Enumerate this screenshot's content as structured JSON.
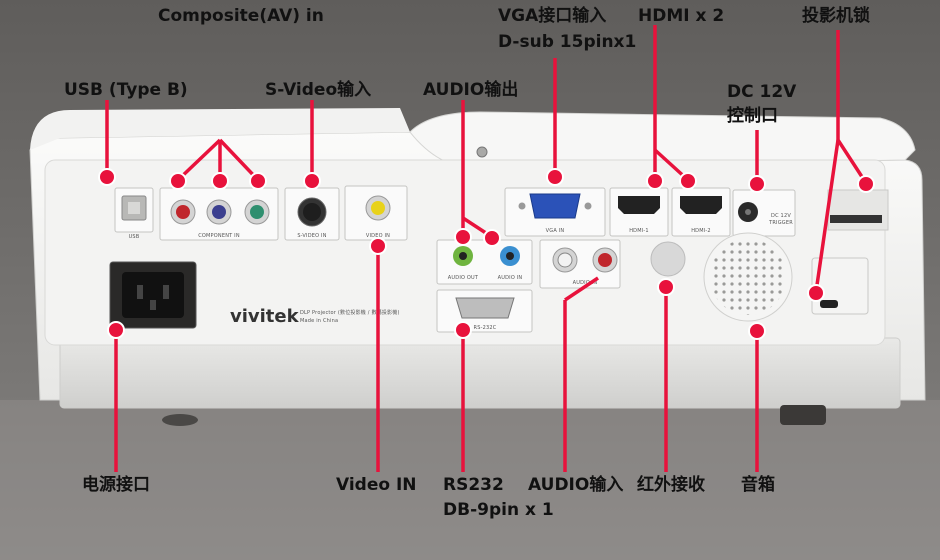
{
  "brand": "vivitek",
  "model_text": "DLP Projector (數位投影機 / 數碼投影機)",
  "made_in": "Made in China",
  "panel_labels": {
    "usb": "USB",
    "component": "COMPONENT IN",
    "svideo": "S-VIDEO IN",
    "video": "VIDEO IN",
    "audio_out": "AUDIO OUT",
    "audio_in_mini": "AUDIO IN",
    "vga": "VGA IN",
    "hdmi1": "HDMI-1",
    "hdmi2": "HDMI-2",
    "dc_line1": "DC 12V",
    "dc_line2": "TRIGGER",
    "audio_in_rca": "AUDIO IN",
    "rs232": "RS-232C"
  },
  "callouts": {
    "composite": "Composite(AV) in",
    "usb": "USB (Type B)",
    "svideo": "S-Video输入",
    "audio_out": "AUDIO输出",
    "vga": [
      "VGA接口输入",
      "D-sub 15pinx1"
    ],
    "hdmi": "HDMI x 2",
    "lock": "投影机锁",
    "dc": [
      "DC 12V",
      "控制口"
    ],
    "power": "电源接口",
    "video_in": "Video IN",
    "rs232": [
      "RS232",
      "DB-9pin x 1"
    ],
    "audio_in": "AUDIO输入",
    "ir": "红外接收",
    "speaker": "音箱"
  },
  "colors": {
    "marker": "#e8123c",
    "rca_red": "#c0262c",
    "rca_blue": "#3b3f8f",
    "rca_green": "#2f8f6f",
    "rca_yellow": "#e8d21a",
    "vga_blue": "#2b52b8",
    "audio_green": "#6fb43f",
    "audio_blue": "#3a8fd0"
  }
}
